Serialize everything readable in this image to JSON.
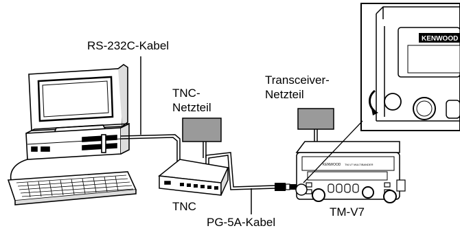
{
  "labels": {
    "rs232": "RS-232C-Kabel",
    "tnc_psu_line1": "TNC-",
    "tnc_psu_line2": "Netzteil",
    "trx_psu_line1": "Transceiver-",
    "trx_psu_line2": "Netzteil",
    "tnc": "TNC",
    "pg5a": "PG-5A-Kabel",
    "tmv7": "TM-V7"
  },
  "brand": {
    "radio": "KENWOOD",
    "radio_model": "TM-V7 MULTIBANDER",
    "inset": "KENWOOD"
  },
  "colors": {
    "line": "#000000",
    "psu_fill": "#9a9a9a",
    "screen": "#ffffff",
    "background": "#ffffff"
  }
}
